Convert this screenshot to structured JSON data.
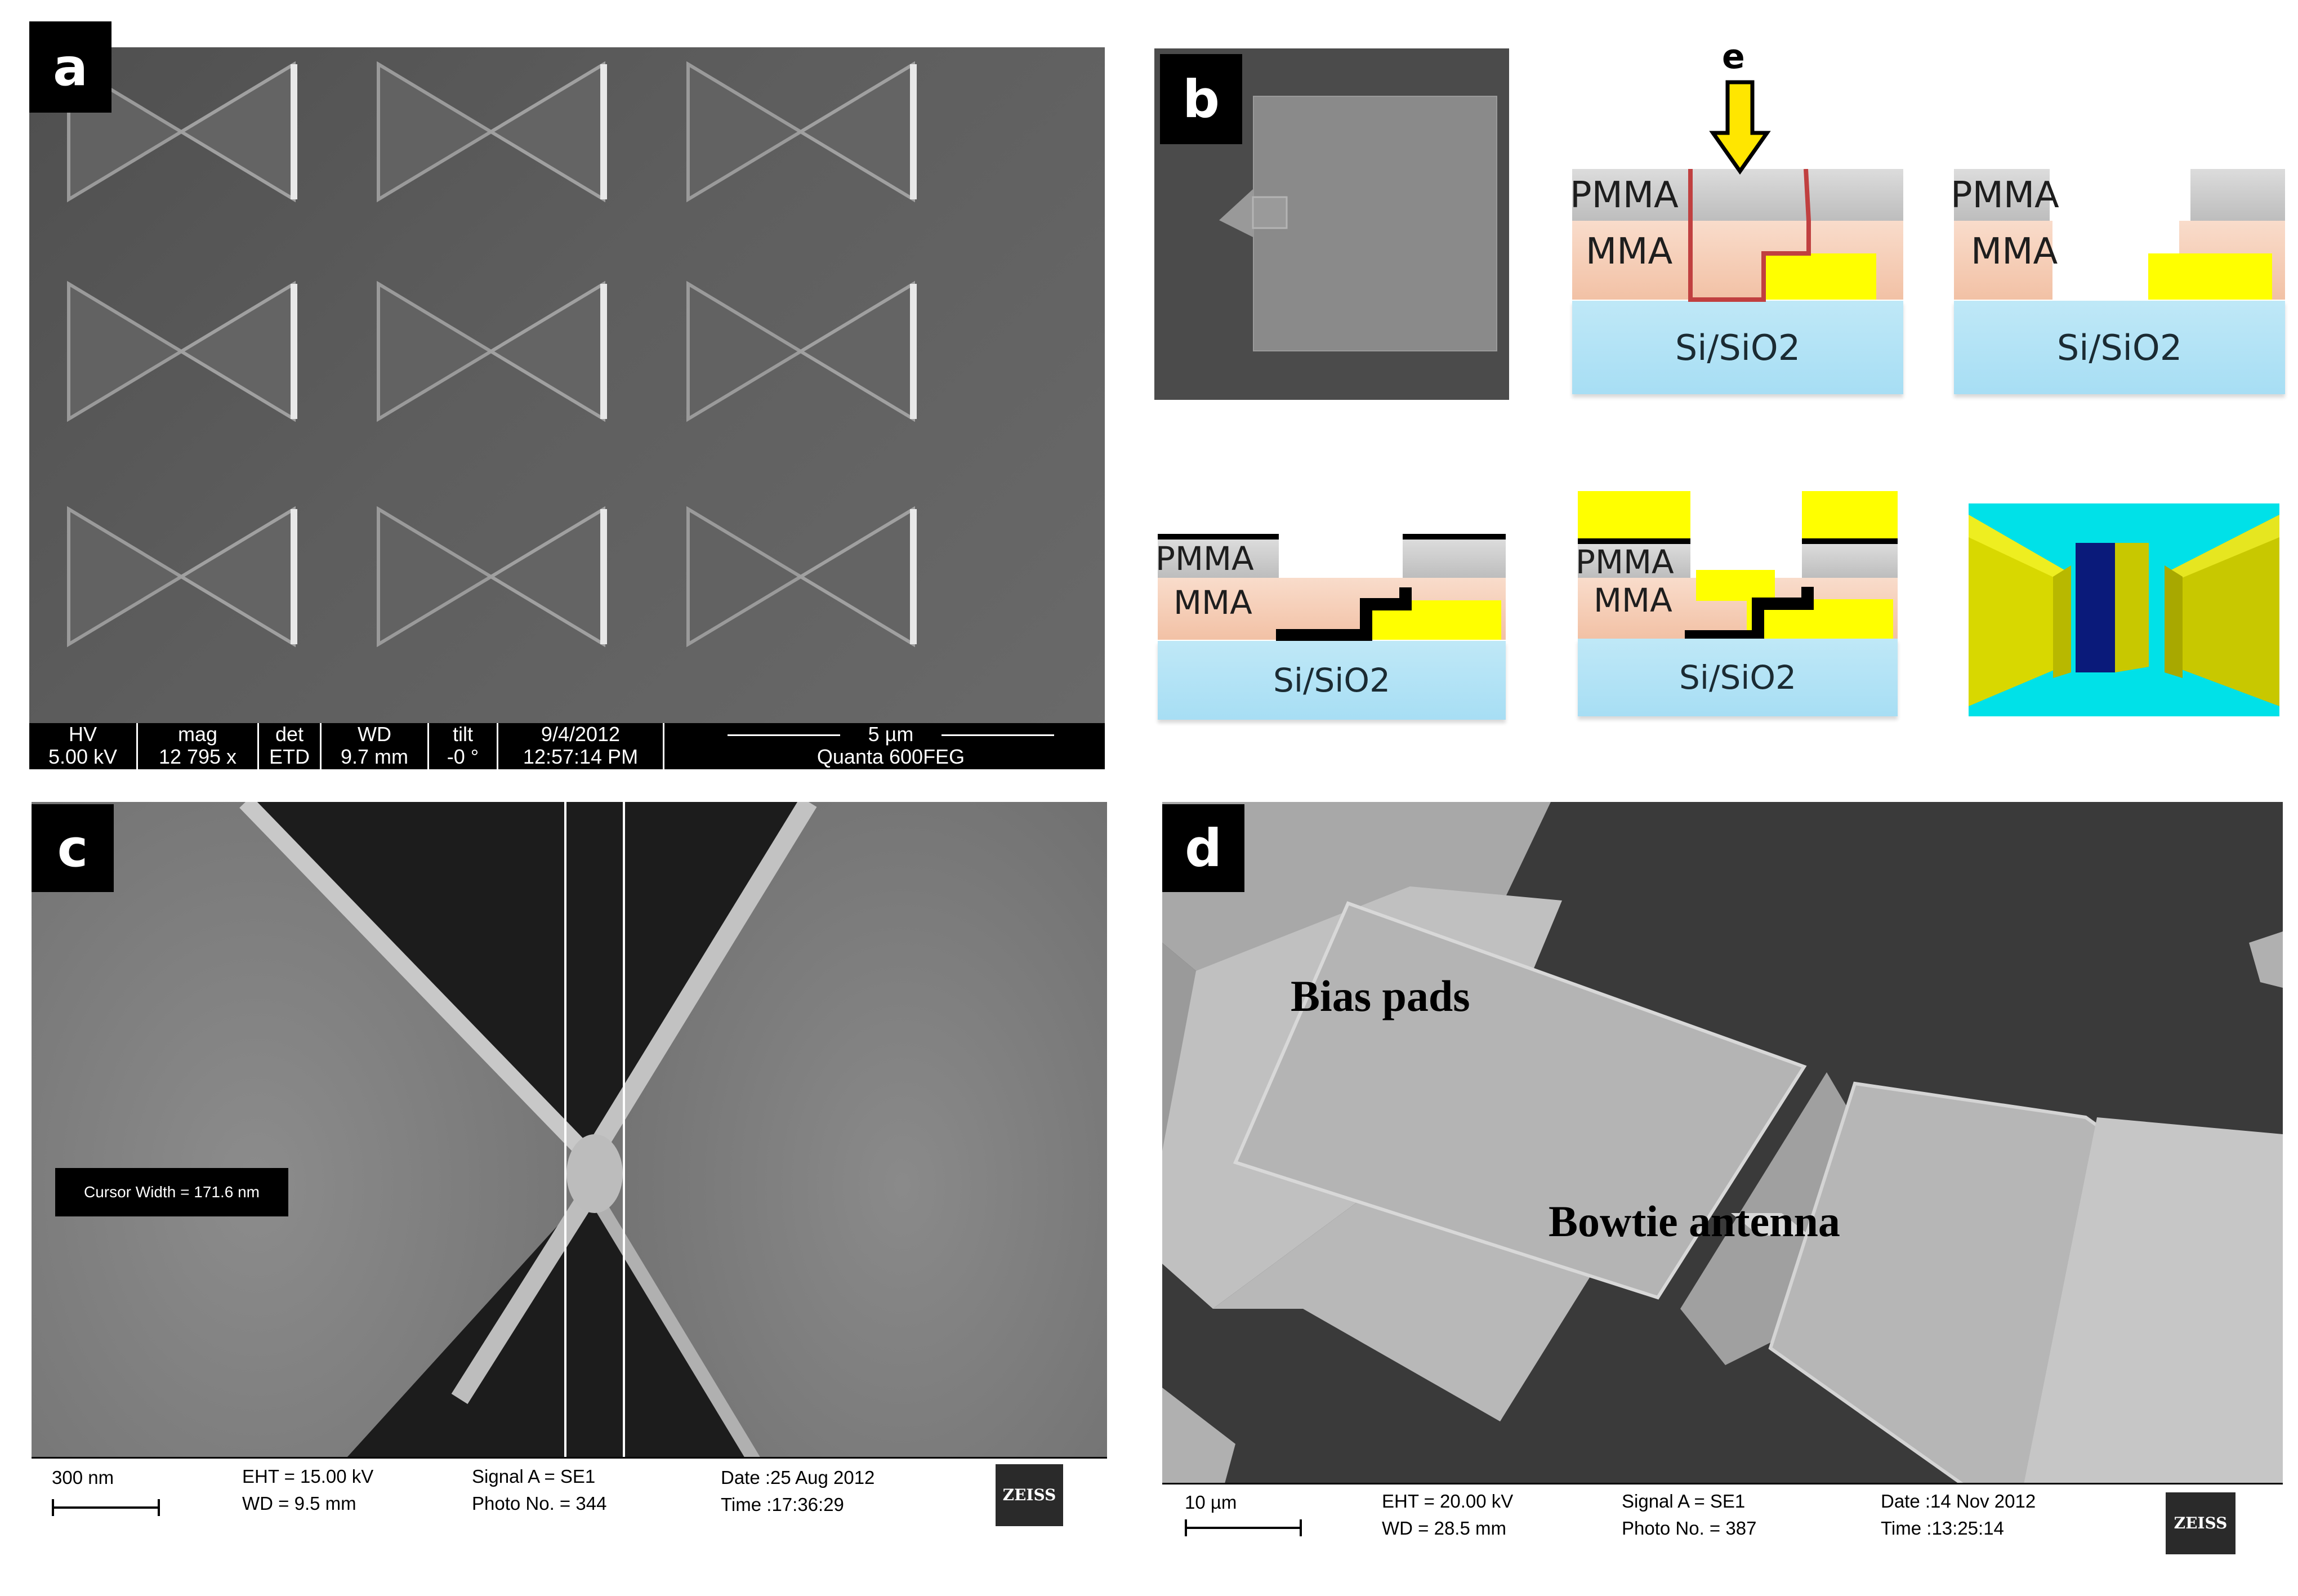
{
  "panels": {
    "a": {
      "tag": "a",
      "sem_bar": {
        "cells": [
          {
            "h": "HV",
            "v": "5.00 kV"
          },
          {
            "h": "mag",
            "v": "12 795 x"
          },
          {
            "h": "det",
            "v": "ETD"
          },
          {
            "h": "WD",
            "v": "9.7 mm"
          },
          {
            "h": "tilt",
            "v": "-0 °"
          },
          {
            "h": "9/4/2012",
            "v": "12:57:14 PM"
          }
        ],
        "scale_label": "5 µm",
        "instrument": "Quanta 600FEG"
      }
    },
    "b": {
      "tag": "b",
      "arrow_label": "e",
      "layers": {
        "pmma": "PMMA",
        "mma": "MMA",
        "mma_cut": "MMA",
        "substrate": "Si/SiO2"
      }
    },
    "c": {
      "tag": "c",
      "cursor_label": "Cursor Width = 171.6 nm",
      "info": {
        "scale": "300 nm",
        "eht": "EHT = 15.00 kV",
        "wd": "WD =  9.5 mm",
        "signal": "Signal A = SE1",
        "photo": "Photo No. = 344",
        "date": "Date :25 Aug 2012",
        "time": "Time :17:36:29",
        "logo": "ZEISS"
      }
    },
    "d": {
      "tag": "d",
      "annotations": {
        "bias": "Bias pads",
        "bowtie": "Bowtie antenna"
      },
      "info": {
        "scale": "10 µm",
        "eht": "EHT = 20.00 kV",
        "wd": "WD = 28.5 mm",
        "signal": "Signal A = SE1",
        "photo": "Photo No. = 387",
        "date": "Date :14 Nov 2012",
        "time": "Time :13:25:14",
        "logo": "ZEISS"
      }
    }
  },
  "colors": {
    "gold": "#ffff00",
    "pmma": "#cfcfcf",
    "mma": "#f4c9b0",
    "substrate": "#b3e3f6",
    "render_bg": "#00e1e8",
    "render_gold": "#d6d600",
    "render_gap": "#0a1a7a"
  }
}
